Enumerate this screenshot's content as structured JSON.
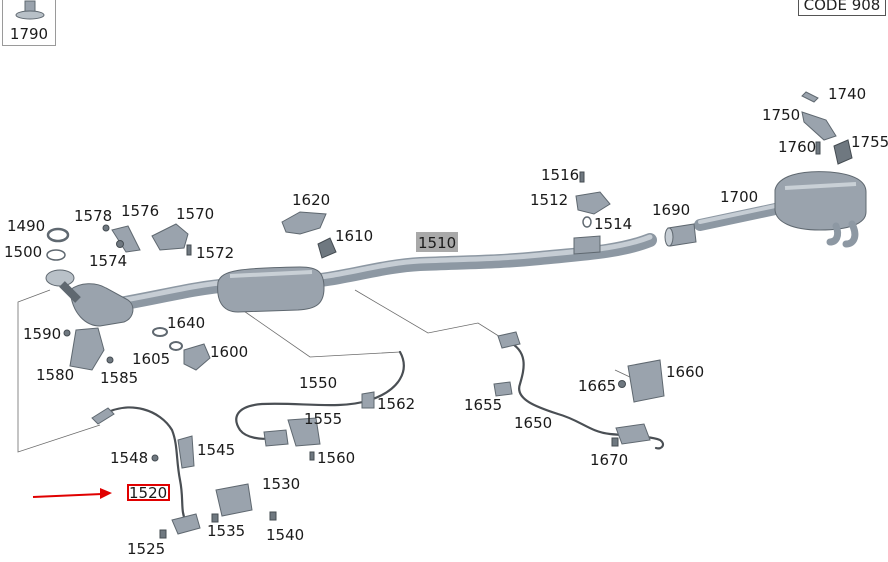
{
  "code_label": "CODE 908",
  "corner_part": "1790",
  "highlighted_part": "1510",
  "selected_part": "1520",
  "colors": {
    "selection": "#e00000",
    "highlight": "#a9a9a9",
    "arrow": "#e00000",
    "part": "#9aa3ad"
  },
  "parts": {
    "p1490": "1490",
    "p1500": "1500",
    "p1510": "1510",
    "p1512": "1512",
    "p1514": "1514",
    "p1516": "1516",
    "p1520": "1520",
    "p1525": "1525",
    "p1530": "1530",
    "p1535": "1535",
    "p1540": "1540",
    "p1545": "1545",
    "p1548": "1548",
    "p1550": "1550",
    "p1555": "1555",
    "p1560": "1560",
    "p1562": "1562",
    "p1570": "1570",
    "p1572": "1572",
    "p1574": "1574",
    "p1576": "1576",
    "p1578": "1578",
    "p1580": "1580",
    "p1585": "1585",
    "p1590": "1590",
    "p1600": "1600",
    "p1605": "1605",
    "p1610": "1610",
    "p1620": "1620",
    "p1640": "1640",
    "p1650": "1650",
    "p1655": "1655",
    "p1660": "1660",
    "p1665": "1665",
    "p1670": "1670",
    "p1690": "1690",
    "p1700": "1700",
    "p1740": "1740",
    "p1750": "1750",
    "p1755": "1755",
    "p1760": "1760"
  }
}
